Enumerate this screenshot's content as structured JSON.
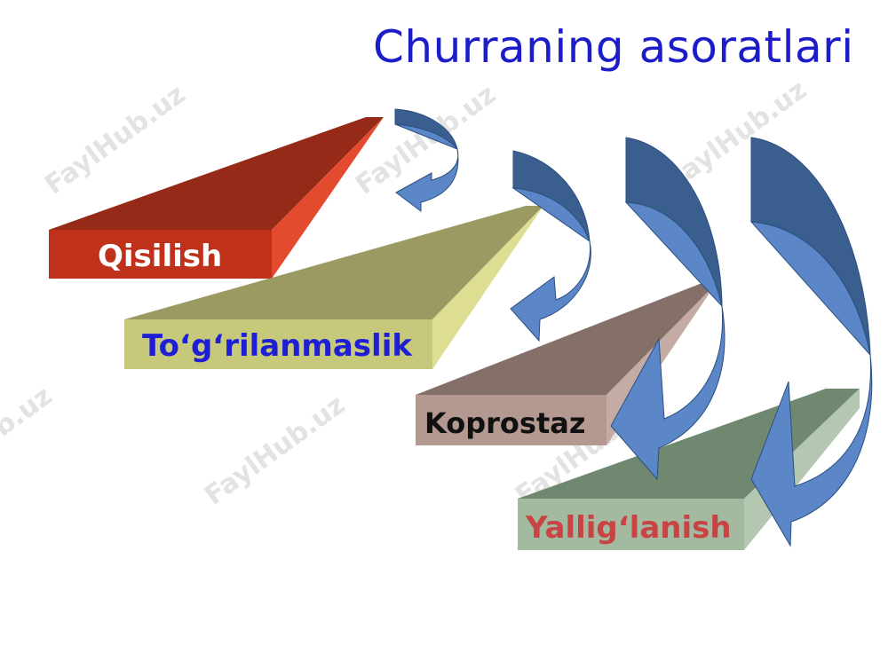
{
  "title": "Churraning asoratlari",
  "watermark": "FaylHub.uz",
  "steps": [
    {
      "label": "Qisilish",
      "front": "#c0311c",
      "top": "#952a18",
      "side": "#e34a2e",
      "text_color": "#ffffff"
    },
    {
      "label": "To‘g‘rilanmaslik",
      "front": "#c6c87a",
      "top": "#9a9a62",
      "side": "#dede92",
      "text_color": "#1e1ed6"
    },
    {
      "label": "Koprostaz",
      "front": "#b49990",
      "top": "#857069",
      "side": "#c4aca4",
      "text_color": "#111111"
    },
    {
      "label": "Yallig‘lanish",
      "front": "#a3baa0",
      "top": "#718870",
      "side": "#b4c8b1",
      "text_color": "#c84444"
    }
  ],
  "arrow_colors": {
    "light": "#5b86c7",
    "dark": "#3a5f8f",
    "stroke": "#2a4f80"
  }
}
